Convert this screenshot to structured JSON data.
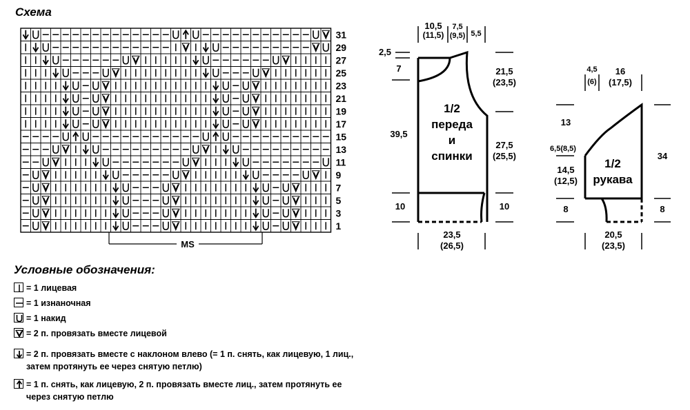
{
  "scheme_title": "Схема",
  "row_numbers": [
    "31",
    "29",
    "27",
    "25",
    "23",
    "21",
    "19",
    "17",
    "15",
    "13",
    "11",
    "9",
    "7",
    "5",
    "3",
    "1"
  ],
  "rows": [
    "AO-------------OVO-----------OY",
    "IAO------------IYIAO---------YO",
    "IIAO------OYIIIIIAO------OYIIII",
    "IIIAO---OYIIIIIIIIAO---OYIIIIII",
    "IIIIAO-OYIIIIIIIIIIAO-OYIIIIIII",
    "IIIIAO-OYIIIIIIIIIIAO-OYIIIIIII",
    "IIIIAO-OYIIIIIIIIIIAO-OYIIIIIII",
    "IIIIAO-OYIIIIIIIIIIAO-OYIIIIIII",
    "----OVO-----------OVO----------",
    "---OYIAO---------OYIAO---------",
    "--OYIIIAO-------OYIIIAO-------O",
    "-OYIIIIIAO-----OYIIIIIAO----OYI",
    "-OYIIIIIIAO---OYIIIIIIIAO-OYIII",
    "-OYIIIIIIAO---OYIIIIIIIAO-OYIII",
    "-OYIIIIIIAO---OYIIIIIIIAO-OYIII",
    "-OYIIIIIIAO---OYIIIIIIIAO-OYIII"
  ],
  "ms_label": "MS",
  "body": {
    "top_neck": "10,5",
    "top_neck_alt": "(11,5)",
    "top_mid": "7,5",
    "top_mid_alt": "(9,5)",
    "top_shoulder": "5,5",
    "neck_back_depth": "2,5",
    "neck_front_depth": "7",
    "armhole_height": "21,5",
    "armhole_height_alt": "(23,5)",
    "total_height": "39,5",
    "side_height": "27,5",
    "side_height_alt": "(25,5)",
    "rib_left": "10",
    "rib_right": "10",
    "width": "23,5",
    "width_alt": "(26,5)",
    "label_line1": "1/2",
    "label_line2": "переда",
    "label_line3": "и",
    "label_line4": "спинки"
  },
  "sleeve": {
    "top_left": "4,5",
    "top_left_alt": "(6)",
    "top_width": "16",
    "top_width_alt": "(17,5)",
    "cap_left": "13",
    "cap_side": "6,5(8,5)",
    "arm_len": "14,5",
    "arm_len_alt": "(12,5)",
    "total_height": "34",
    "rib_left": "8",
    "rib_right": "8",
    "width": "20,5",
    "width_alt": "(23,5)",
    "label_line1": "1/2",
    "label_line2": "рукава"
  },
  "legend": {
    "title": "Условные обозначения:",
    "items": [
      {
        "symbol": "knit-icon",
        "text": "= 1 лицевая"
      },
      {
        "symbol": "purl-icon",
        "text": "= 1 изнаночная"
      },
      {
        "symbol": "yarn-over-icon",
        "text": "= 1 накид"
      },
      {
        "symbol": "k2tog-icon",
        "text": "= 2 п. провязать вместе лицевой"
      },
      {
        "symbol": "ssk-icon",
        "text": "= 2 п. провязать вместе с наклоном влево (= 1 п. снять, как лицевую, 1 лиц.,",
        "text2": "затем протянуть ее через снятую петлю)"
      },
      {
        "symbol": "sk2p-icon",
        "text": "= 1 п. снять, как лицевую, 2 п. провязать вместе лиц., затем протянуть ее",
        "text2": "через снятую петлю"
      }
    ]
  }
}
